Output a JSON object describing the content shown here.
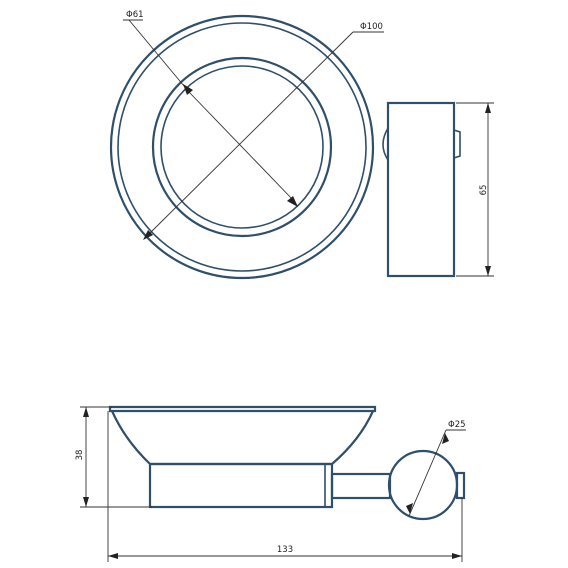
{
  "labels": {
    "inner_diameter": "Φ61",
    "outer_diameter": "Φ100",
    "height_side": "65",
    "height_front": "38",
    "ball_diameter": "Φ25",
    "total_length": "133"
  },
  "colors": {
    "part_outline": "#2f4f6a",
    "dimension_line": "#333333"
  }
}
